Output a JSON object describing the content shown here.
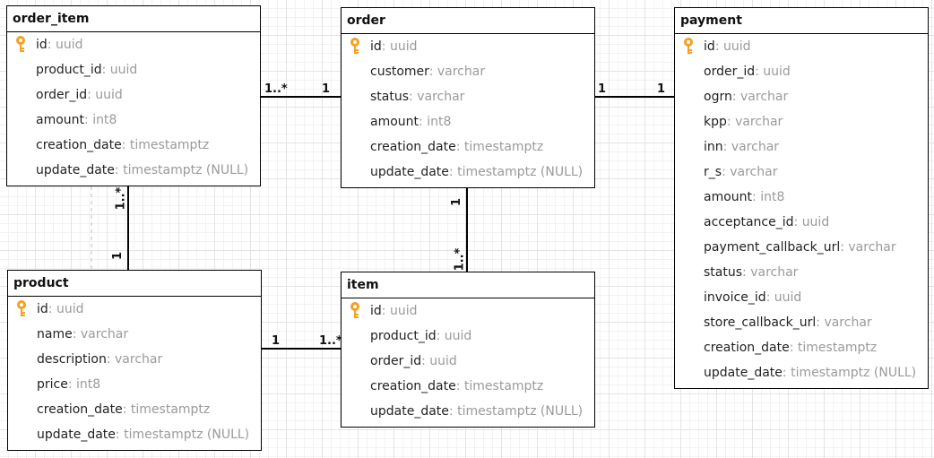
{
  "entities": [
    {
      "id": "order_item",
      "title": "order_item",
      "attributes": [
        {
          "name": "id",
          "type": "uuid",
          "pk": true
        },
        {
          "name": "product_id",
          "type": "uuid"
        },
        {
          "name": "order_id",
          "type": "uuid"
        },
        {
          "name": "amount",
          "type": "int8"
        },
        {
          "name": "creation_date",
          "type": "timestamptz"
        },
        {
          "name": "update_date",
          "type": "timestamptz (NULL)"
        }
      ]
    },
    {
      "id": "order",
      "title": "order",
      "attributes": [
        {
          "name": "id",
          "type": "uuid",
          "pk": true
        },
        {
          "name": "customer",
          "type": "varchar"
        },
        {
          "name": "status",
          "type": "varchar"
        },
        {
          "name": "amount",
          "type": "int8"
        },
        {
          "name": "creation_date",
          "type": "timestamptz"
        },
        {
          "name": "update_date",
          "type": "timestamptz (NULL)"
        }
      ]
    },
    {
      "id": "payment",
      "title": "payment",
      "attributes": [
        {
          "name": "id",
          "type": "uuid",
          "pk": true
        },
        {
          "name": "order_id",
          "type": "uuid"
        },
        {
          "name": "ogrn",
          "type": "varchar"
        },
        {
          "name": "kpp",
          "type": "varchar"
        },
        {
          "name": "inn",
          "type": "varchar"
        },
        {
          "name": "r_s",
          "type": "varchar"
        },
        {
          "name": "amount",
          "type": "int8"
        },
        {
          "name": "acceptance_id",
          "type": "uuid"
        },
        {
          "name": "payment_callback_url",
          "type": "varchar"
        },
        {
          "name": "status",
          "type": "varchar"
        },
        {
          "name": "invoice_id",
          "type": "uuid"
        },
        {
          "name": "store_callback_url",
          "type": "varchar"
        },
        {
          "name": "creation_date",
          "type": "timestamptz"
        },
        {
          "name": "update_date",
          "type": "timestamptz (NULL)"
        }
      ]
    },
    {
      "id": "product",
      "title": "product",
      "attributes": [
        {
          "name": "id",
          "type": "uuid",
          "pk": true
        },
        {
          "name": "name",
          "type": "varchar"
        },
        {
          "name": "description",
          "type": "varchar"
        },
        {
          "name": "price",
          "type": "int8"
        },
        {
          "name": "creation_date",
          "type": "timestamptz"
        },
        {
          "name": "update_date",
          "type": "timestamptz (NULL)"
        }
      ]
    },
    {
      "id": "item",
      "title": "item",
      "attributes": [
        {
          "name": "id",
          "type": "uuid",
          "pk": true
        },
        {
          "name": "product_id",
          "type": "uuid"
        },
        {
          "name": "order_id",
          "type": "uuid"
        },
        {
          "name": "creation_date",
          "type": "timestamptz"
        },
        {
          "name": "update_date",
          "type": "timestamptz (NULL)"
        }
      ]
    }
  ],
  "relationships": [
    {
      "id": "order_item-order",
      "from": "order_item",
      "to": "order",
      "from_card": "1..*",
      "to_card": "1"
    },
    {
      "id": "order-payment",
      "from": "order",
      "to": "payment",
      "from_card": "1",
      "to_card": "1"
    },
    {
      "id": "order_item-product",
      "from": "order_item",
      "to": "product",
      "from_card": "1..*",
      "to_card": "1"
    },
    {
      "id": "order-item",
      "from": "order",
      "to": "item",
      "from_card": "1",
      "to_card": "1..*"
    },
    {
      "id": "product-item",
      "from": "product",
      "to": "item",
      "from_card": "1",
      "to_card": "1..*"
    }
  ],
  "colors": {
    "border": "#000000",
    "type_text": "#9a9a9a",
    "key_icon": "#f5a020"
  }
}
